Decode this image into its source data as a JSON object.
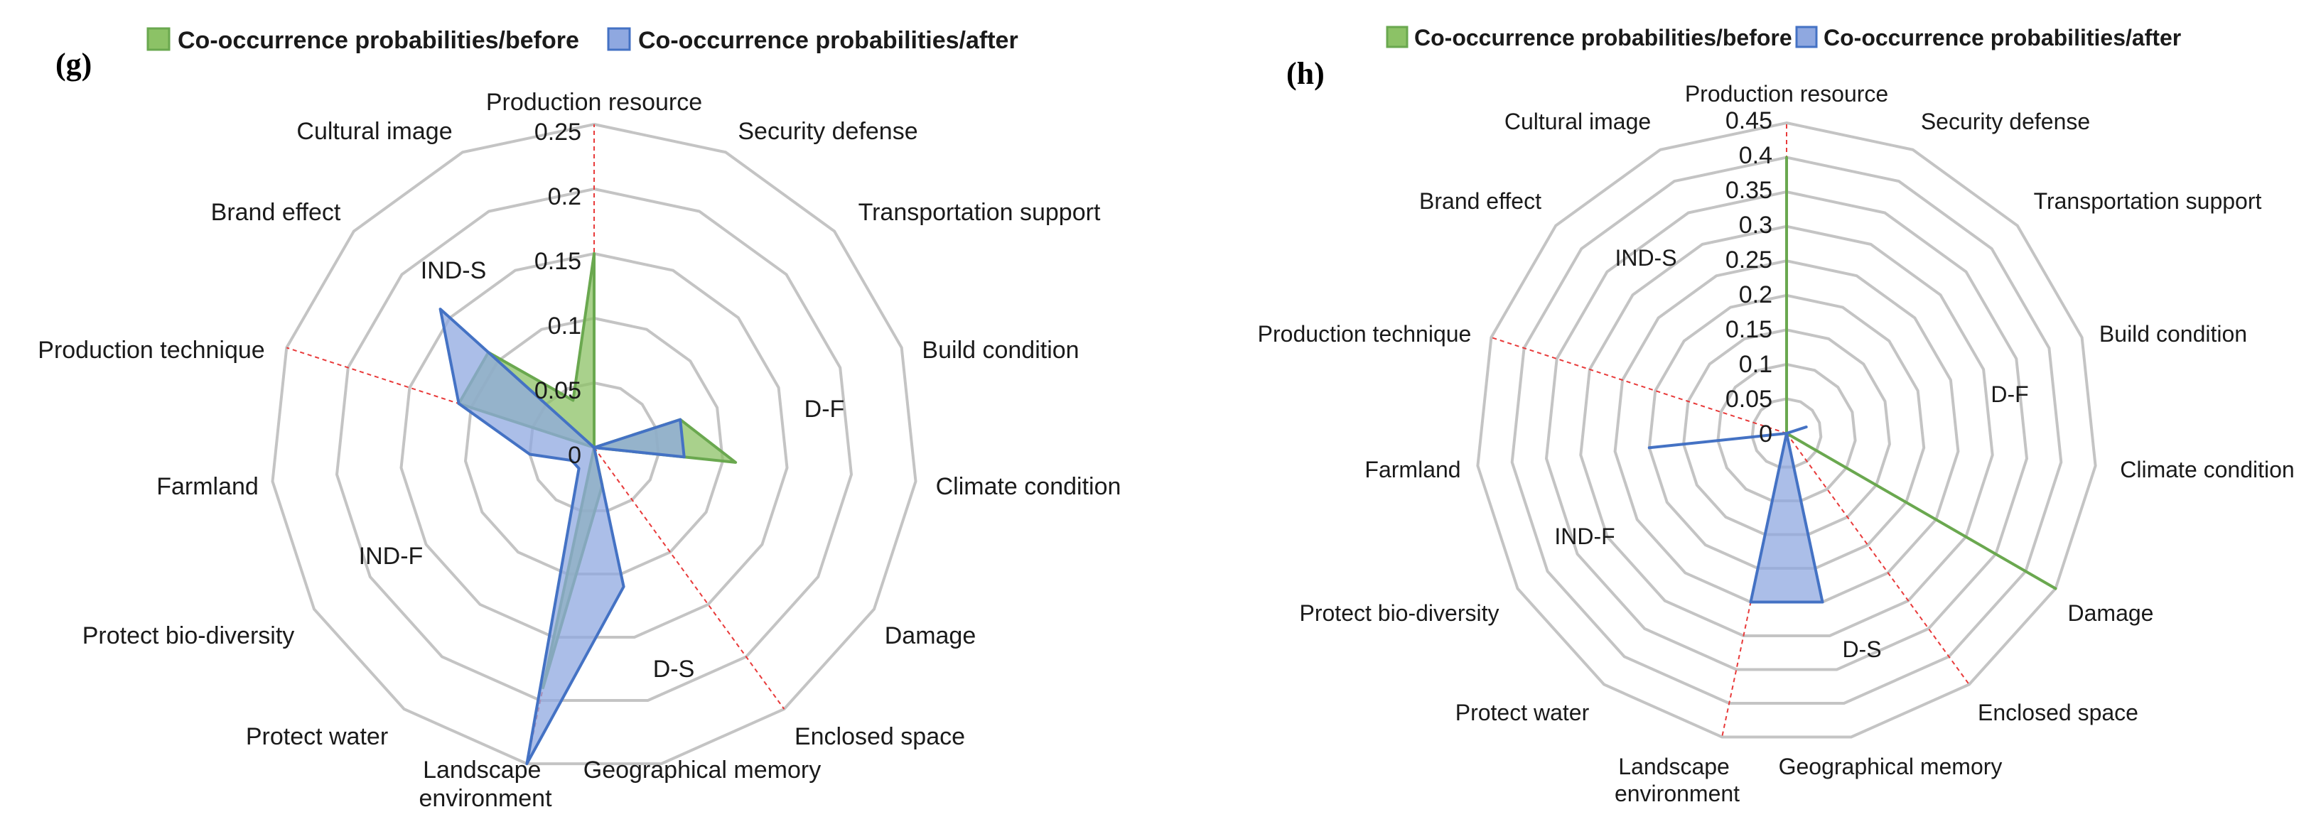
{
  "colors": {
    "before_fill": "#8cc266",
    "before_stroke": "#6aa84f",
    "after_fill": "#8fa8e0",
    "after_stroke": "#4472c4",
    "grid": "#c4c4c4",
    "guide": "#e83a3a"
  },
  "chart_data": [
    {
      "type": "radar",
      "panel": "(g)",
      "legend": [
        "Co-occurrence probabilities/before",
        "Co-occurrence probabilities/after"
      ],
      "legend_position": "top",
      "rmax": 0.25,
      "ticks": [
        "0",
        "0.05",
        "0.1",
        "0.15",
        "0.2",
        "0.25"
      ],
      "categories": [
        "Production resource",
        "Security defense",
        "Transportation support",
        "Build condition",
        "Climate condition",
        "Damage",
        "Enclosed space",
        "Geographical memory",
        "Landscape environment",
        "Protect water",
        "Protect bio-diversity",
        "Farmland",
        "Production technique",
        "Brand effect",
        "Cultural image"
      ],
      "group_labels": [
        "D-F",
        "D-S",
        "IND-F",
        "IND-S"
      ],
      "series": [
        {
          "name": "Co-occurrence probabilities/before",
          "values": [
            0.15,
            0.0,
            0.0,
            0.07,
            0.11,
            0.0,
            0.0,
            0.03,
            0.19,
            0.0,
            0.0,
            0.0,
            0.11,
            0.11,
            0.04
          ]
        },
        {
          "name": "Co-occurrence probabilities/after",
          "values": [
            0.0,
            0.0,
            0.0,
            0.07,
            0.07,
            0.0,
            0.0,
            0.11,
            0.25,
            0.02,
            0.02,
            0.05,
            0.11,
            0.16,
            0.0
          ]
        }
      ]
    },
    {
      "type": "radar",
      "panel": "(h)",
      "legend": [
        "Co-occurrence probabilities/before",
        "Co-occurrence probabilities/after"
      ],
      "legend_position": "top",
      "rmax": 0.45,
      "ticks": [
        "0",
        "0.05",
        "0.1",
        "0.15",
        "0.2",
        "0.25",
        "0.3",
        "0.35",
        "0.4",
        "0.45"
      ],
      "categories": [
        "Production resource",
        "Security defense",
        "Transportation support",
        "Build condition",
        "Climate condition",
        "Damage",
        "Enclosed space",
        "Geographical memory",
        "Landscape environment",
        "Protect water",
        "Protect bio-diversity",
        "Farmland",
        "Production technique",
        "Brand effect",
        "Cultural image"
      ],
      "group_labels": [
        "D-F",
        "D-S",
        "IND-F",
        "IND-S"
      ],
      "series": [
        {
          "name": "Co-occurrence probabilities/before",
          "values": [
            0.4,
            0.0,
            0.0,
            0.0,
            0.0,
            0.45,
            0.0,
            0.0,
            0.0,
            0.0,
            0.0,
            0.0,
            0.0,
            0.0,
            0.0
          ]
        },
        {
          "name": "Co-occurrence probabilities/after",
          "values": [
            0.0,
            0.0,
            0.0,
            0.03,
            0.0,
            0.0,
            0.0,
            0.25,
            0.25,
            0.0,
            0.0,
            0.2,
            0.0,
            0.0,
            0.0
          ]
        }
      ]
    }
  ]
}
